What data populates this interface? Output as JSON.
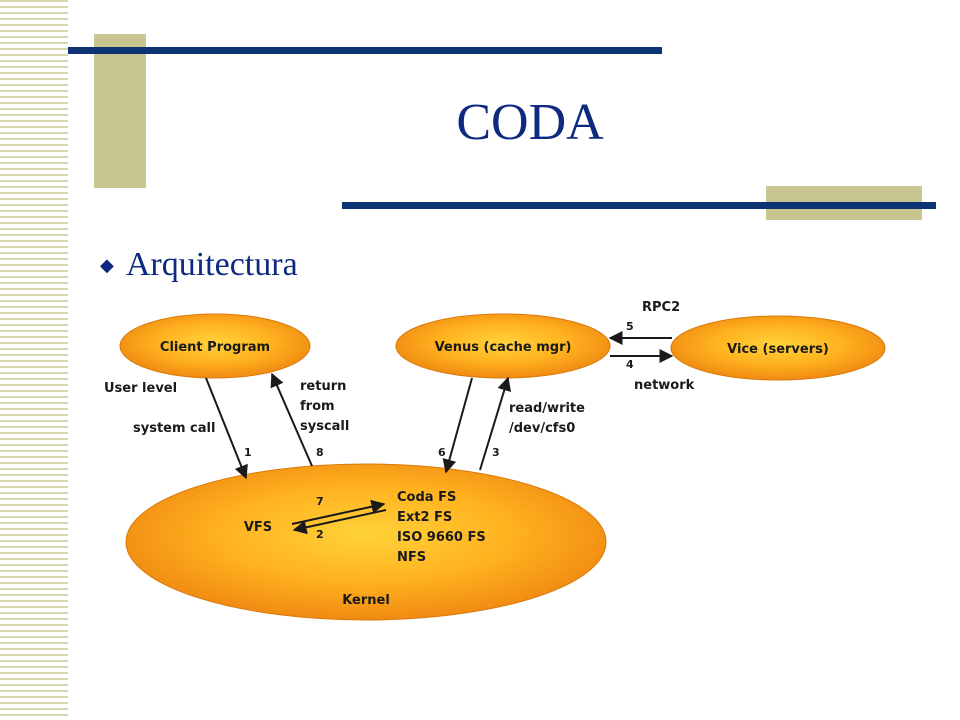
{
  "slide": {
    "title": "CODA",
    "bullet_icon": "diamond-bullet-icon",
    "bullet_text": "Arquitectura"
  },
  "colors": {
    "title": "#0d2a80",
    "rule": "#0d3573",
    "accent_block": "#c7c690",
    "stripe": "#d6d6b0",
    "ellipse_inner": "#ffd23a",
    "ellipse_outer": "#f08a12"
  },
  "diagram": {
    "nodes": {
      "client": "Client Program",
      "venus": "Venus (cache mgr)",
      "vice": "Vice (servers)",
      "kernel": "Kernel",
      "vfs": "VFS",
      "fs_list": [
        "Coda FS",
        "Ext2 FS",
        "ISO 9660 FS",
        "NFS"
      ]
    },
    "labels": {
      "user_level": "User level",
      "system_call": "system call",
      "return_1": "return",
      "return_2": "from",
      "return_3": "syscall",
      "read_write_1": "read/write",
      "read_write_2": "/dev/cfs0",
      "rpc2": "RPC2",
      "network": "network"
    },
    "steps": {
      "s1": "1",
      "s2": "2",
      "s3": "3",
      "s4": "4",
      "s5": "5",
      "s6": "6",
      "s7": "7",
      "s8": "8"
    }
  }
}
